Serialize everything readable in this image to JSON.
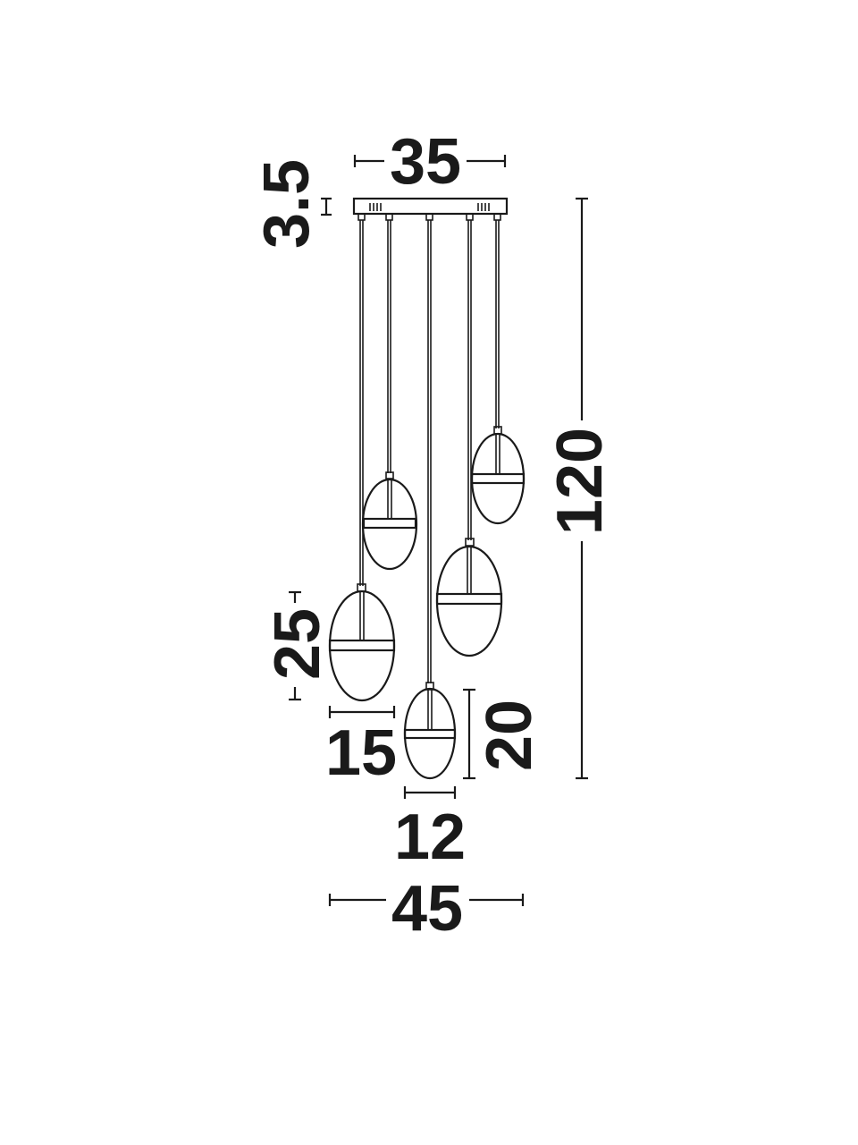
{
  "dimensions": {
    "canopy_length": "35",
    "canopy_height": "3.5",
    "total_height": "120",
    "large_pendant_height": "25",
    "large_pendant_width": "15",
    "small_pendant_height": "20",
    "small_pendant_width": "12",
    "overall_width": "45"
  }
}
